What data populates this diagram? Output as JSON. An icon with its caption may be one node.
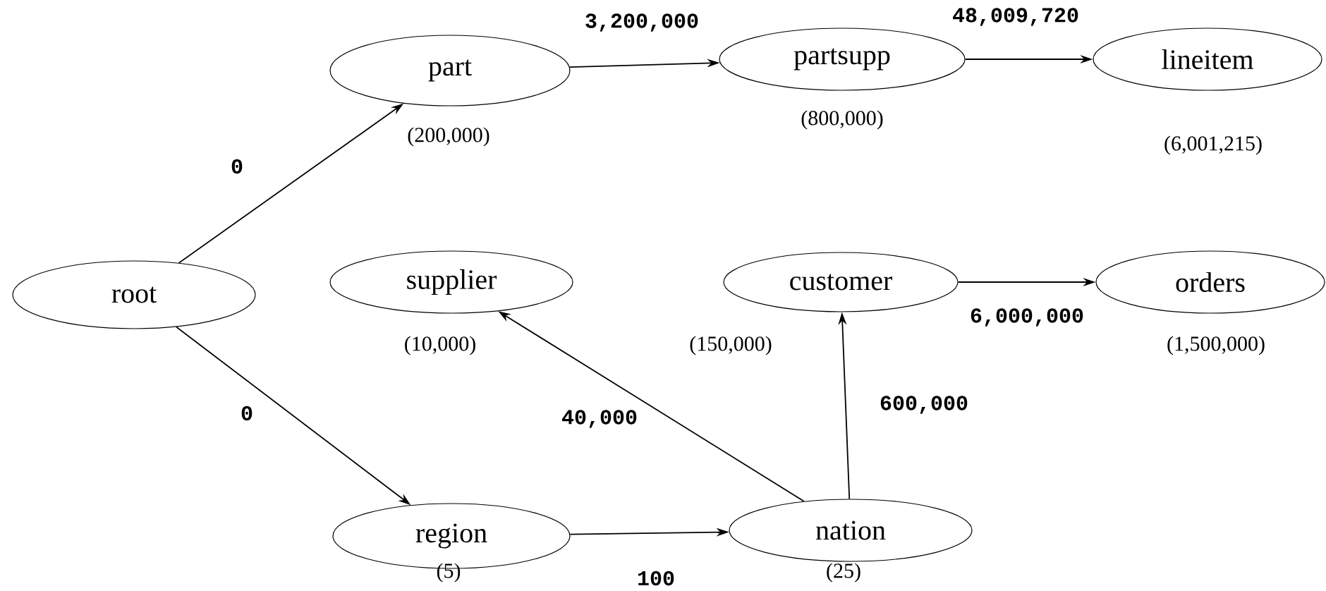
{
  "diagram": {
    "nodes": [
      {
        "text": [
          "root"
        ]
      },
      {
        "text": [
          "part"
        ],
        "beside": [
          "(200,000)"
        ]
      },
      {
        "text": [
          "partsupp"
        ],
        "beside": [
          "(800,000)"
        ]
      },
      {
        "text": [
          "lineitem"
        ],
        "beside": [
          "(6,001,215)"
        ]
      },
      {
        "text": [
          "supplier"
        ],
        "beside": [
          "(10,000)"
        ]
      },
      {
        "text": [
          "customer"
        ],
        "beside": [
          "(150,000)"
        ]
      },
      {
        "text": [
          "orders"
        ],
        "beside": [
          "(1,500,000)"
        ]
      },
      {
        "text": [
          "region"
        ],
        "beside": [
          "(5)"
        ]
      },
      {
        "text": [
          "nation"
        ],
        "beside": [
          "(25)"
        ]
      }
    ],
    "edges": [
      {
        "from": 0,
        "to": 1,
        "arrow": "to",
        "label": "0"
      },
      {
        "from": 1,
        "to": 2,
        "arrow": "to",
        "label": "3,200,000"
      },
      {
        "from": 2,
        "to": 3,
        "arrow": "to",
        "label": "48,009,720"
      },
      {
        "from": 0,
        "to": 7,
        "arrow": "to",
        "label": "0"
      },
      {
        "from": 7,
        "to": 8,
        "arrow": "to",
        "label": "100"
      },
      {
        "from": 8,
        "to": 4,
        "arrow": "to",
        "label": "40,000"
      },
      {
        "from": 8,
        "to": 5,
        "arrow": "to",
        "label": "600,000"
      },
      {
        "from": 5,
        "to": 6,
        "arrow": "to",
        "label": "6,000,000"
      }
    ]
  }
}
